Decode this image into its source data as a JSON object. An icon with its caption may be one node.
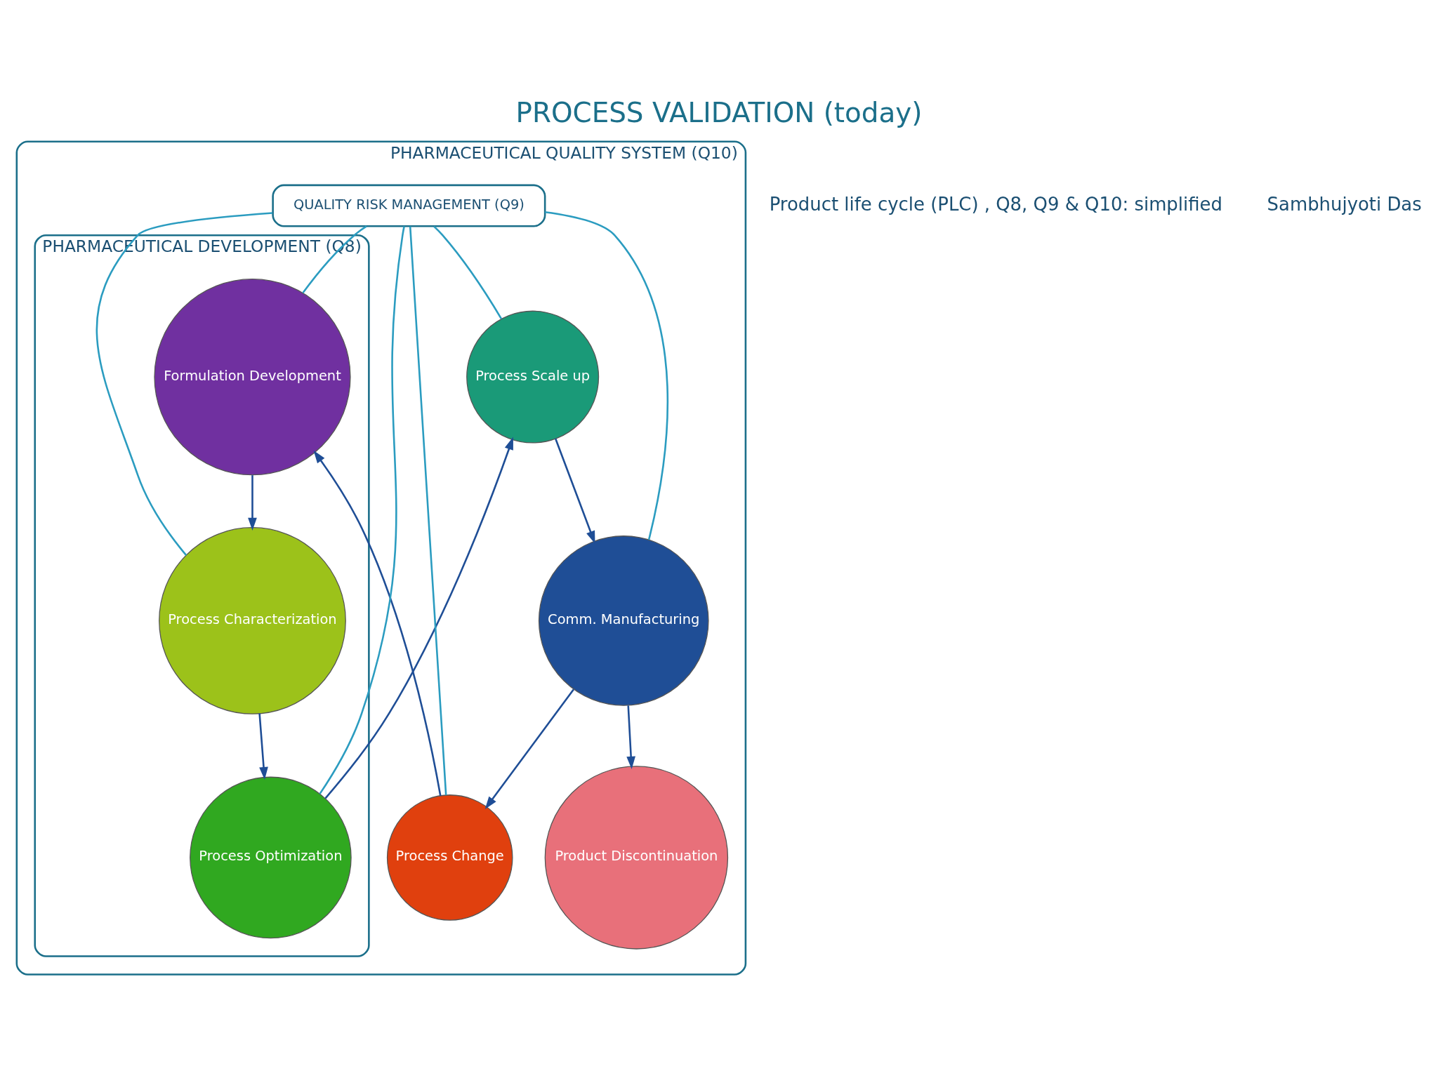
{
  "diagram": {
    "title": "PROCESS VALIDATION (today)",
    "nodes": [
      {
        "text": [
          "PHARMACEUTICAL QUALITY SYSTEM (Q10)"
        ]
      },
      {
        "text": [
          "PHARMACEUTICAL DEVELOPMENT (Q8)"
        ],
        "in": 0
      },
      {
        "text": [
          "Product Discontinuation"
        ],
        "in": 0
      },
      {
        "text": [
          "Process Change"
        ],
        "in": 0
      },
      {
        "text": [
          "Formulation Development"
        ],
        "in": 1
      },
      {
        "text": [
          "QUALITY RISK MANAGEMENT (Q9)"
        ],
        "in": 0
      },
      {
        "text": [
          "Comm. Manufacturing"
        ],
        "in": 0
      },
      {
        "text": [
          "Process Characterization"
        ],
        "in": 1
      },
      {
        "text": [
          "Process Scale up"
        ],
        "in": 0
      },
      {
        "text": [
          "Process Optimization"
        ],
        "in": 1
      }
    ],
    "edges": [
      {
        "from": 3,
        "to": 4,
        "arrow": "to"
      },
      {
        "from": 4,
        "to": 7,
        "arrow": "to"
      },
      {
        "from": 7,
        "to": 9,
        "arrow": "to"
      },
      {
        "from": 9,
        "to": 8,
        "arrow": "to"
      },
      {
        "from": 8,
        "to": 6,
        "arrow": "to"
      },
      {
        "from": 6,
        "to": 3,
        "arrow": "to"
      },
      {
        "from": 6,
        "to": 2,
        "arrow": "to"
      },
      {
        "from": 5,
        "to": 3,
        "arrow": "none",
        "color": "#2b9cc0"
      },
      {
        "from": 5,
        "to": 4,
        "arrow": "none",
        "color": "#2b9cc0"
      },
      {
        "from": 5,
        "to": 6,
        "arrow": "none",
        "color": "#2b9cc0"
      },
      {
        "from": 5,
        "to": 7,
        "arrow": "none",
        "color": "#2b9cc0"
      },
      {
        "from": 5,
        "to": 8,
        "arrow": "none",
        "color": "#2b9cc0"
      },
      {
        "from": 5,
        "to": 9,
        "arrow": "none",
        "color": "#2b9cc0"
      }
    ],
    "labels": [
      "Product life cycle (PLC) , Q8, Q9 & Q10: simplified",
      "Sambhujyoti Das"
    ]
  }
}
